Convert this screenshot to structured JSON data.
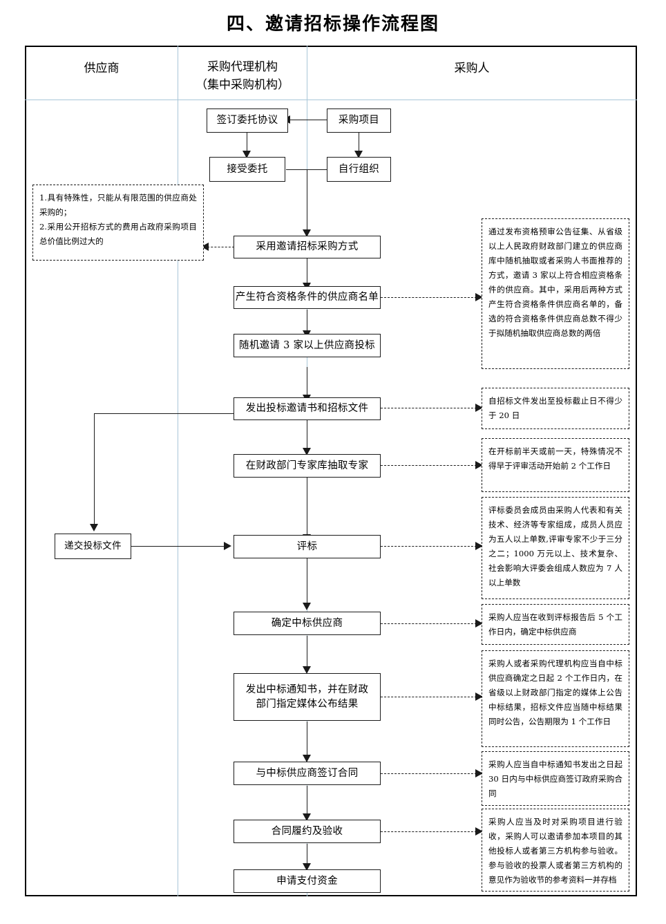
{
  "title": "四、邀请招标操作流程图",
  "lanes": [
    {
      "id": "supplier",
      "label": "供应商"
    },
    {
      "id": "agency",
      "label": "采购代理机构\n（集中采购机构）",
      "line1": "采购代理机构",
      "line2": "（集中采购机构）"
    },
    {
      "id": "purchaser",
      "label": "采购人"
    }
  ],
  "nodes": {
    "sign_entrust": "签订委托协议",
    "procurement_project": "采购项目",
    "accept_entrust": "接受委托",
    "self_organize": "自行组织",
    "use_invited_bidding": "采用邀请招标采购方式",
    "qualified_supplier_list": "产生符合资格条件的供应商名单",
    "invite_three_suppliers": "随机邀请 3 家以上供应商投标",
    "issue_invitation_docs": "发出投标邀请书和招标文件",
    "draw_experts": "在财政部门专家库抽取专家",
    "submit_bid_docs": "递交投标文件",
    "bid_evaluation": "评标",
    "determine_winner": "确定中标供应商",
    "issue_award_notice": "发出中标通知书，并在财政部门指定媒体公布结果",
    "sign_contract": "与中标供应商签订合同",
    "contract_performance": "合同履约及验收",
    "apply_payment": "申请支付资金"
  },
  "notes": {
    "left_condition": "1.具有特殊性，只能从有限范围的供应商处采购的；\n2.采用公开招标方式的费用占政府采购项目总价值比例过大的",
    "supplier_list": "通过发布资格预审公告征集、从省级以上人民政府财政部门建立的供应商库中随机抽取或者采购人书面推荐的方式，邀请 3 家以上符合相应资格条件的供应商。其中，采用后两种方式产生符合资格条件供应商名单的，备选的符合资格条件供应商总数不得少于拟随机抽取供应商总数的两倍",
    "bid_deadline": "自招标文件发出至投标截止日不得少于 20 日",
    "expert_draw_time": "在开标前半天或前一天，特殊情况不得早于评审活动开始前 2 个工作日",
    "evaluation_committee": "评标委员会成员由采购人代表和有关技术、经济等专家组成，成员人员应为五人以上单数,评审专家不少于三分之二；1000 万元以上、技术复杂、社会影响大评委会组成人数应为 7 人以上单数",
    "determine_winner_time": "采购人应当在收到评标报告后 5 个工作日内，确定中标供应商",
    "announce_result": "采购人或者采购代理机构应当自中标供应商确定之日起 2 个工作日内，在省级以上财政部门指定的媒体上公告中标结果，招标文件应当随中标结果同时公告，公告期限为 1 个工作日",
    "contract_sign_time": "采购人应当自中标通知书发出之日起 30 日内与中标供应商签订政府采购合同",
    "acceptance_note": "采购人应当及时对采购项目进行验收，采购人可以邀请参加本项目的其他投标人或者第三方机构参与验收。参与验收的投票人或者第三方机构的意见作为验收节的参考资料一并存档"
  },
  "colors": {
    "frame": "#000000",
    "lane_divider": "#a8c6d8",
    "node_border": "#1a1a1a",
    "background": "#ffffff"
  }
}
